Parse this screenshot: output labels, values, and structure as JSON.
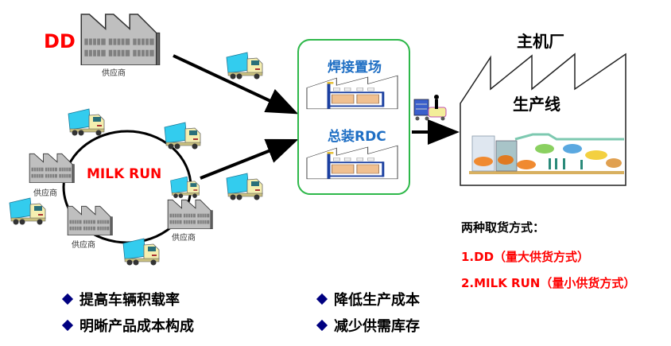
{
  "diagram": {
    "dd_label": "DD",
    "milkrun_label": "MILK RUN",
    "supplier_label": "供应商",
    "hub": {
      "welding_label": "焊接置场",
      "assembly_label": "总装RDC",
      "border_color": "#2eb84a"
    },
    "oem": {
      "title": "主机厂",
      "line_label": "生产线"
    },
    "legend": {
      "heading": "两种取货方式：",
      "items": [
        "1.DD（量大供货方式）",
        "2.MILK RUN（量小供货方式）"
      ]
    },
    "benefits_left": [
      "提高车辆积载率",
      "明晰产品成本构成"
    ],
    "benefits_right": [
      "降低生产成本",
      "减少供需库存"
    ],
    "colors": {
      "accent_red": "#ff0000",
      "hub_text_blue": "#1f6fc4",
      "bullet_navy": "#000080",
      "truck_cargo": "#33ccee",
      "factory_gray": "#bfbfbf"
    },
    "icons": {
      "factory": "factory-icon",
      "truck": "truck-icon",
      "forklift": "forklift-icon",
      "arrow": "arrow-icon"
    }
  }
}
